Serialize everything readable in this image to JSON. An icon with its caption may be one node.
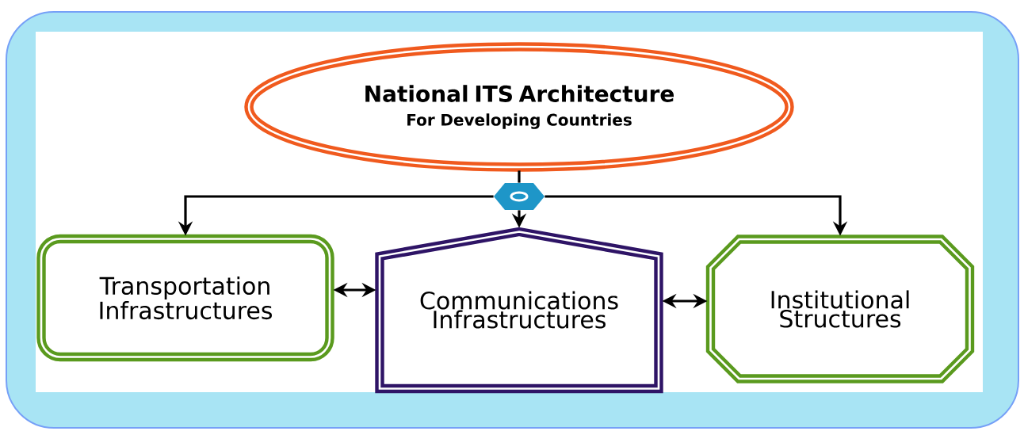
{
  "diagram": {
    "nodes": [
      {
        "text": [
          "National ITS Architecture",
          "For Developing Countries"
        ]
      },
      {
        "text": [],
        "shape": "pentagon"
      },
      {
        "text": [
          "Transportation Infrastructures"
        ]
      },
      {
        "text": [
          "Communications Infrastructures"
        ]
      },
      {
        "text": [
          "Institutional Structures"
        ]
      }
    ],
    "edges": [
      {
        "from": 0,
        "to": 1,
        "arrow": "none"
      },
      {
        "from": 1,
        "to": 2,
        "arrow": "to"
      },
      {
        "from": 1,
        "to": 3,
        "arrow": "to"
      },
      {
        "from": 1,
        "to": 4,
        "arrow": "to"
      },
      {
        "from": 2,
        "to": 3,
        "arrow": "both"
      },
      {
        "from": 3,
        "to": 4,
        "arrow": "both"
      }
    ]
  }
}
